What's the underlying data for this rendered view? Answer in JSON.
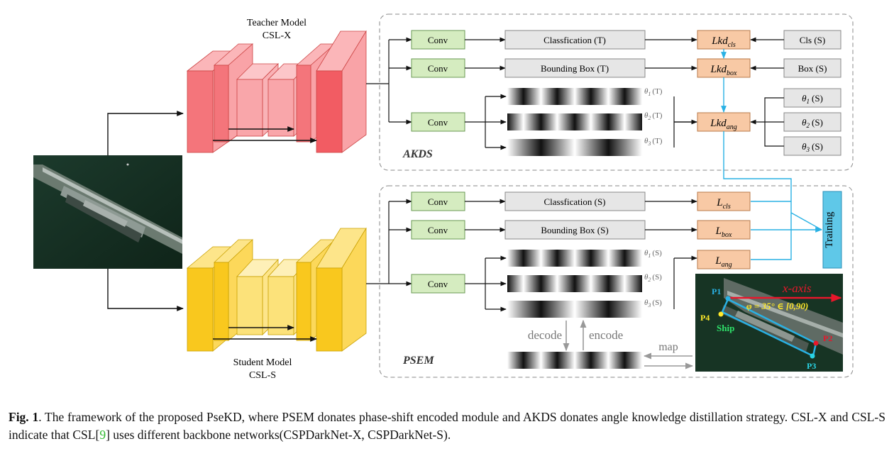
{
  "teacher": {
    "title": "Teacher Model",
    "subtitle": "CSL-X"
  },
  "student": {
    "title": "Student Model",
    "subtitle": "CSL-S"
  },
  "akds": {
    "label": "AKDS",
    "conv": "Conv",
    "cls_head": "Classfication (T)",
    "box_head": "Bounding Box (T)",
    "loss_cls": "Lkd",
    "loss_cls_sub": "cls",
    "loss_box": "Lkd",
    "loss_box_sub": "box",
    "loss_ang": "Lkd",
    "loss_ang_sub": "ang",
    "cls_s": "Cls (S)",
    "box_s": "Box (S)",
    "theta": "θ",
    "theta_s_suffix": "(S)",
    "theta_t_suffix": "(T)",
    "theta_subs": [
      "1",
      "2",
      "3"
    ]
  },
  "psem": {
    "label": "PSEM",
    "conv": "Conv",
    "cls_head": "Classfication (S)",
    "box_head": "Bounding Box (S)",
    "loss": "L",
    "loss_cls_sub": "cls",
    "loss_box_sub": "box",
    "loss_ang_sub": "ang",
    "theta": "θ",
    "theta_suffix": "(S)",
    "theta_subs": [
      "1",
      "2",
      "3"
    ],
    "decode": "decode",
    "encode": "encode",
    "map": "map"
  },
  "training": "Training",
  "ship_panel": {
    "x_axis": "x-axis",
    "phi": "φ = 35° ∈ [0,90)",
    "p1": "P1",
    "p2": "P2",
    "p3": "P3",
    "p4": "P4",
    "ship": "Ship"
  },
  "caption": {
    "fig": "Fig. 1",
    "text_a": ". The framework of the proposed PseKD, where PSEM donates phase-shift encoded module and AKDS donates angle knowledge distillation strategy. CSL-X and CSL-S indicate that CSL[",
    "ref": "9",
    "text_b": "] uses different backbone networks(CSPDarkNet-X, CSPDarkNet-S)."
  },
  "colors": {
    "teacher_dark": "#f25c63",
    "teacher_light": "#f8a3a8",
    "student_dark": "#f9c81e",
    "student_light": "#fce27a",
    "conv": "#d5ecc0",
    "loss": "#f8c9a5",
    "training": "#5fc8e8",
    "link": "#29b1e4"
  }
}
